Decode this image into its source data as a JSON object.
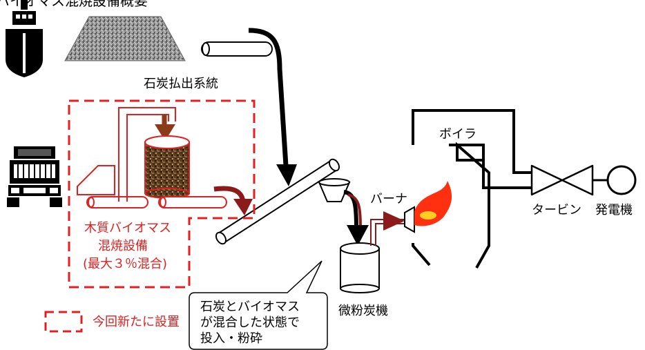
{
  "title": "バイオマス混焼設備概要",
  "labels": {
    "coal_discharge": "石炭払出系統",
    "boiler": "ボイラ",
    "burner": "バーナ",
    "turbine": "タービン",
    "generator": "発電機",
    "pulverizer": "微粉炭機"
  },
  "biomass_facility": {
    "line1": "木質バイオマス",
    "line2": "混焼設備",
    "line3": "(最大３％混合)"
  },
  "callout": {
    "line1": "石炭とバイオマス",
    "line2": "が混合した状態で",
    "line3": "投入・粉砕"
  },
  "legend": {
    "new_installation": "今回新たに設置"
  },
  "colors": {
    "new_equipment_red": "#e02020",
    "dark_red_flow": "#8b1a1a",
    "brown_flow": "#8b3a1a",
    "flame_red": "#ff3010",
    "flame_yellow": "#ffd020",
    "line_black": "#000000"
  },
  "icons": {
    "ship": "ship-icon",
    "truck": "truck-icon",
    "coal_pile": "coal-pile",
    "flame": "flame-icon"
  }
}
